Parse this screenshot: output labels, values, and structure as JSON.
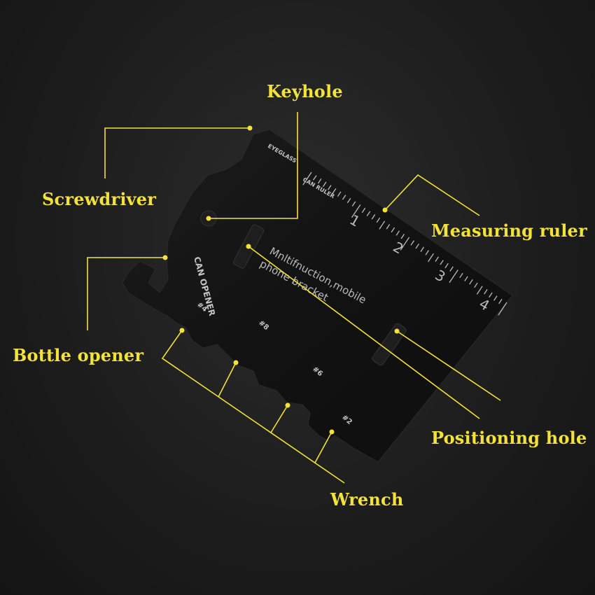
{
  "labels": {
    "keyhole": "Keyhole",
    "screwdriver": "Screwdriver",
    "measuring_ruler": "Measuring ruler",
    "bottle_opener": "Bottle opener",
    "positioning_hole": "Positioning hole",
    "wrench": "Wrench"
  },
  "card_text": {
    "eyeglass": "EYEGLASS",
    "can_ruler": "CAN RULER",
    "can_opener": "CAN OPENER",
    "multifunction_line1": "Mnltifnuction,mobile",
    "multifunction_line2": "phone bracket",
    "ruler_numbers": [
      "1",
      "2",
      "3",
      "4"
    ],
    "wrench_sizes": [
      "#4",
      "#8",
      "#6",
      "#2"
    ]
  },
  "colors": {
    "callout": "#f2e23a",
    "background": "#1d1d1d",
    "card": "#151515",
    "etching": "#b9b9b9"
  }
}
